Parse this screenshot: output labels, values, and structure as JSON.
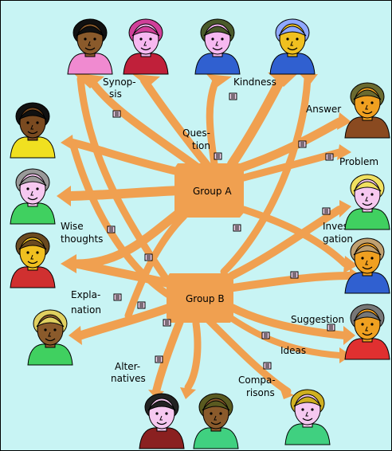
{
  "diagram": {
    "hubs": [
      {
        "id": "A",
        "label": "Group A"
      },
      {
        "id": "B",
        "label": "Group B"
      }
    ],
    "labels": {
      "synopsis": [
        "Synop-",
        "sis"
      ],
      "kindness": [
        "Kindness"
      ],
      "question": [
        "Ques-",
        "tion"
      ],
      "answer": [
        "Answer"
      ],
      "problem": [
        "Problem"
      ],
      "wise_thoughts": [
        "Wise",
        "thoughts"
      ],
      "investigation": [
        "Investi-",
        "gation"
      ],
      "explanation": [
        "Expla-",
        "nation"
      ],
      "suggestion": [
        "Suggestion"
      ],
      "ideas": [
        "Ideas"
      ],
      "alternatives": [
        "Alter-",
        "natives"
      ],
      "comparisons": [
        "Compa-",
        "risons"
      ]
    },
    "people": [
      {
        "name": "person-top-1",
        "skin": "#8a5a2b",
        "hair": "#111111",
        "shirt": "#f08ad0"
      },
      {
        "name": "person-top-2",
        "skin": "#f6b8f0",
        "hair": "#d0409a",
        "shirt": "#c0203a"
      },
      {
        "name": "person-top-3",
        "skin": "#f6b8f0",
        "hair": "#4a5a2a",
        "shirt": "#3060d0"
      },
      {
        "name": "person-top-4",
        "skin": "#f0c020",
        "hair": "#8fa8ff",
        "shirt": "#3060d0"
      },
      {
        "name": "person-right-1",
        "skin": "#f0a020",
        "hair": "#6a6a30",
        "shirt": "#8a4a20"
      },
      {
        "name": "person-right-2",
        "skin": "#f6c8f0",
        "hair": "#f0e060",
        "shirt": "#40d060"
      },
      {
        "name": "person-right-3",
        "skin": "#f0a020",
        "hair": "#c0a070",
        "shirt": "#3060d0"
      },
      {
        "name": "person-right-4",
        "skin": "#f0a020",
        "hair": "#777777",
        "shirt": "#e03030"
      },
      {
        "name": "person-left-1",
        "skin": "#7a4a20",
        "hair": "#111111",
        "shirt": "#f0e020"
      },
      {
        "name": "person-left-2",
        "skin": "#f6c8f0",
        "hair": "#999999",
        "shirt": "#40d060"
      },
      {
        "name": "person-left-3",
        "skin": "#f0c020",
        "hair": "#6a4a20",
        "shirt": "#d03030"
      },
      {
        "name": "person-left-4",
        "skin": "#8a5a2b",
        "hair": "#e0d060",
        "shirt": "#40d060"
      },
      {
        "name": "person-bottom-1",
        "skin": "#f6c8f0",
        "hair": "#222222",
        "shirt": "#8a2020"
      },
      {
        "name": "person-bottom-2",
        "skin": "#8a5a2b",
        "hair": "#5a5a20",
        "shirt": "#40d080"
      },
      {
        "name": "person-bottom-3",
        "skin": "#f6c8f0",
        "hair": "#d0b020",
        "shirt": "#40d080"
      }
    ],
    "colors": {
      "background": "#c8f4f4",
      "channel": "#f0a050",
      "hub": "#f0a050"
    }
  }
}
